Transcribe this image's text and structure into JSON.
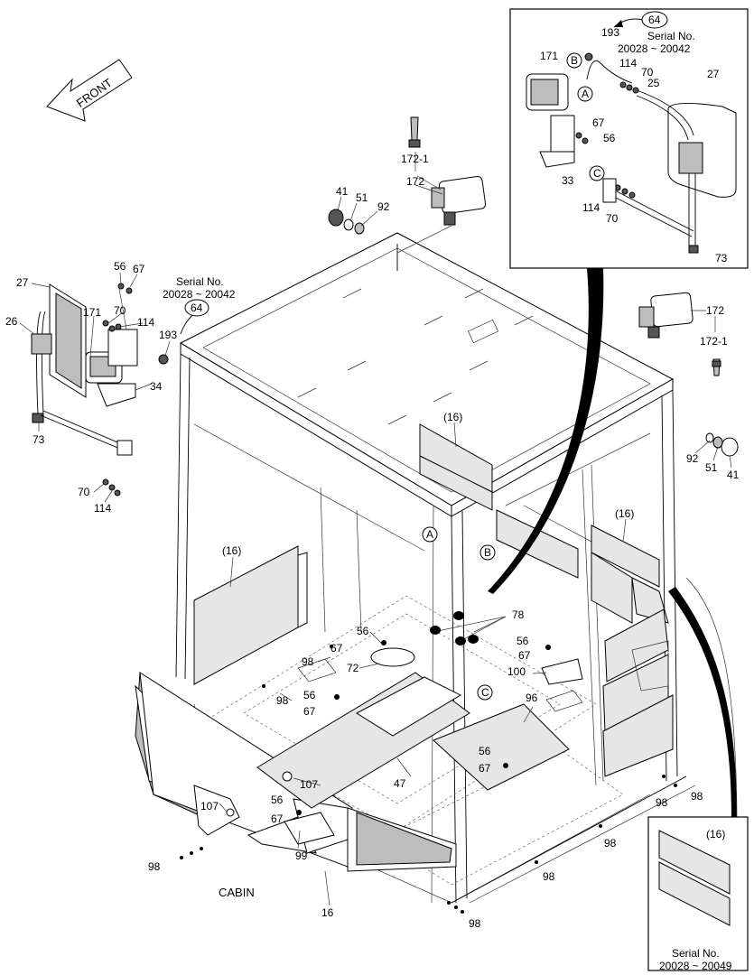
{
  "diagram": {
    "caption": "CABIN",
    "front_arrow": "FRONT",
    "serial_main": {
      "line1": "Serial No.",
      "line2": "20028 ~ 20042"
    },
    "serial_inset": {
      "line1": "Serial No.",
      "line2": "20028 ~ 20042"
    },
    "serial_bottom": {
      "line1": "Serial No.",
      "line2": "20028 ~ 20049"
    },
    "callouts": {
      "c41a": "41",
      "c51a": "51",
      "c92a": "92",
      "c172a": "172",
      "c1721a": "172-1",
      "c172b": "172",
      "c1721b": "172-1",
      "c92b": "92",
      "c51b": "51",
      "c41b": "41",
      "c56a": "56",
      "c67a": "67",
      "c27a": "27",
      "c26": "26",
      "c171a": "171",
      "c70a": "70",
      "c114a": "114",
      "c193a": "193",
      "c34": "34",
      "c73a": "73",
      "c70b": "70",
      "c114b": "114",
      "c16a": "(16)",
      "c16b": "(16)",
      "c16c": "(16)",
      "c16d": "(16)",
      "c78": "78",
      "c56b": "56",
      "c67b": "67",
      "c72": "72",
      "c98a": "98",
      "c56c": "56",
      "c67c": "67",
      "c98b": "98",
      "c56d": "56",
      "c67d": "67",
      "c100": "100",
      "c96": "96",
      "c56e": "56",
      "c67e": "67",
      "c47": "47",
      "c107a": "107",
      "c107b": "107",
      "c56f": "56",
      "c67f": "67",
      "c99": "99",
      "c98c": "98",
      "c98d": "98",
      "c98e": "98",
      "c98f": "98",
      "c98g": "98",
      "c98h": "98",
      "c16": "16",
      "c193b": "193",
      "c171b": "171",
      "c114c": "114",
      "c70c": "70",
      "c25": "25",
      "c27b": "27",
      "c67g": "67",
      "c56g": "56",
      "c33": "33",
      "c114d": "114",
      "c70d": "70",
      "c73b": "73",
      "c64a": "64",
      "c64b": "64",
      "cA1": "A",
      "cB1": "B",
      "cC1": "C",
      "cA2": "A",
      "cB2": "B",
      "cC2": "C"
    }
  }
}
